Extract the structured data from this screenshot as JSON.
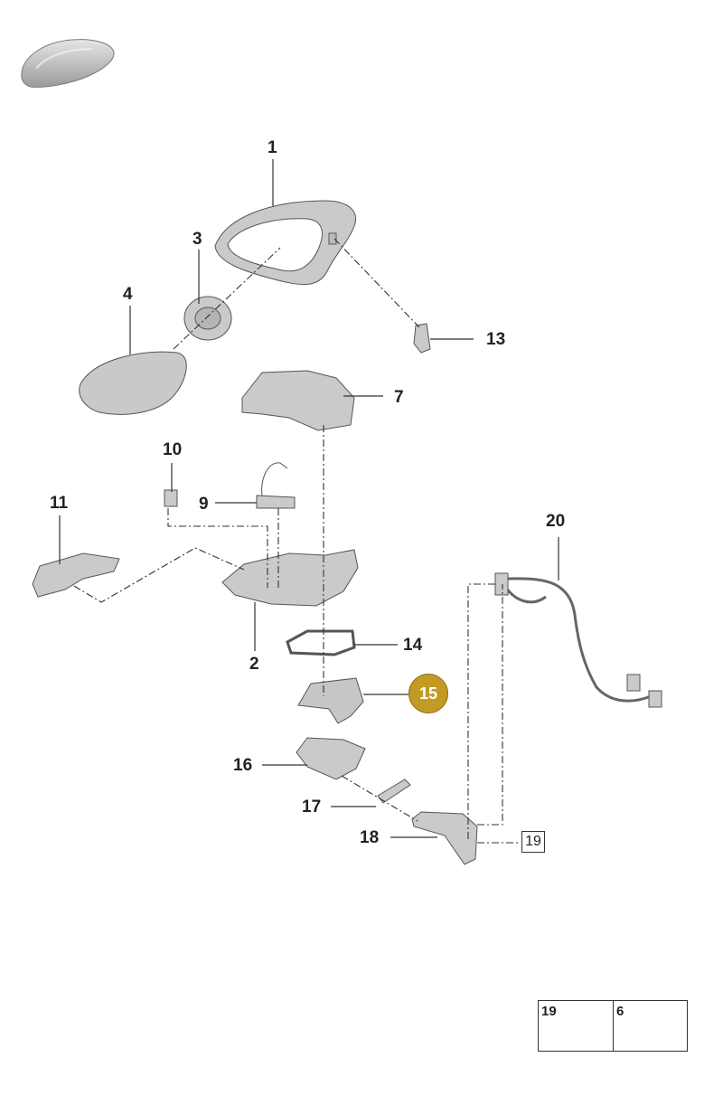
{
  "diagram": {
    "callouts": [
      "1",
      "2",
      "3",
      "4",
      "7",
      "9",
      "10",
      "11",
      "13",
      "14",
      "16",
      "17",
      "18",
      "20"
    ],
    "highlighted_part": "15",
    "boxed_reference": "19",
    "legend": {
      "cell1_number": "19",
      "cell2_number": "6"
    },
    "icons": [
      "car-body-icon",
      "mirror-housing",
      "mirror-glass",
      "screw-icon"
    ],
    "colors": {
      "highlight": "#c49a26",
      "part_fill": "#c8c8c8",
      "line": "#333333"
    }
  }
}
